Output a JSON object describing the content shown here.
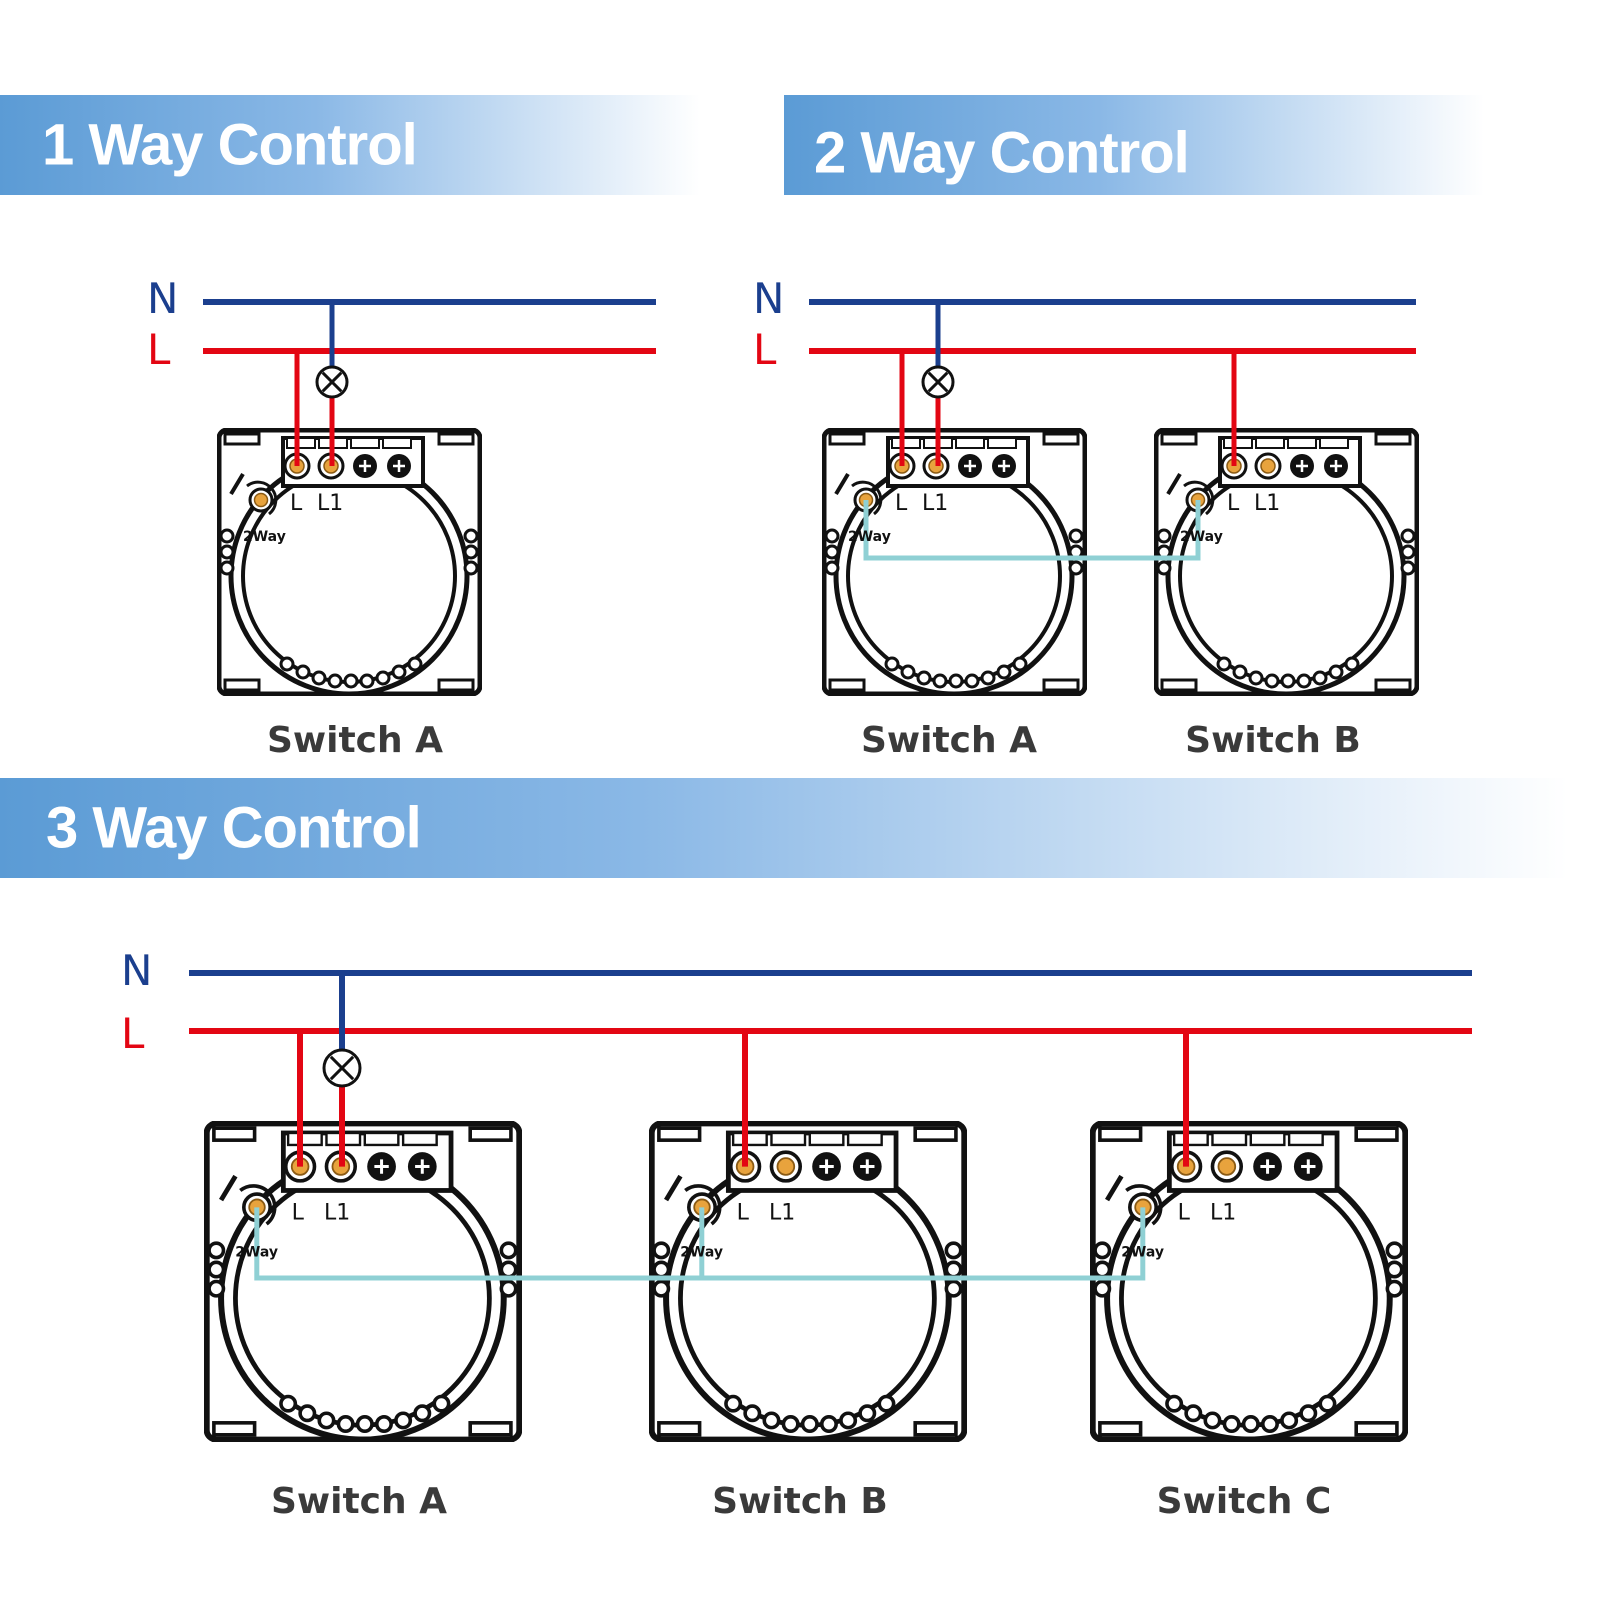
{
  "sections": [
    {
      "title": "1 Way Control"
    },
    {
      "title": "2 Way Control"
    },
    {
      "title": "3 Way Control"
    }
  ],
  "rails": {
    "neutral": "N",
    "live": "L"
  },
  "terminal_labels": {
    "live": "L",
    "load": "L1",
    "two_way": "2Way"
  },
  "switches": {
    "one_way": [
      "Switch A"
    ],
    "two_way": [
      "Switch A",
      "Switch B"
    ],
    "three_way": [
      "Switch A",
      "Switch B",
      "Switch C"
    ]
  },
  "colors": {
    "neutral": "#1b3f8e",
    "live": "#e30613",
    "two_way_link": "#8fd0d4",
    "banner": "#5b9bd5"
  }
}
